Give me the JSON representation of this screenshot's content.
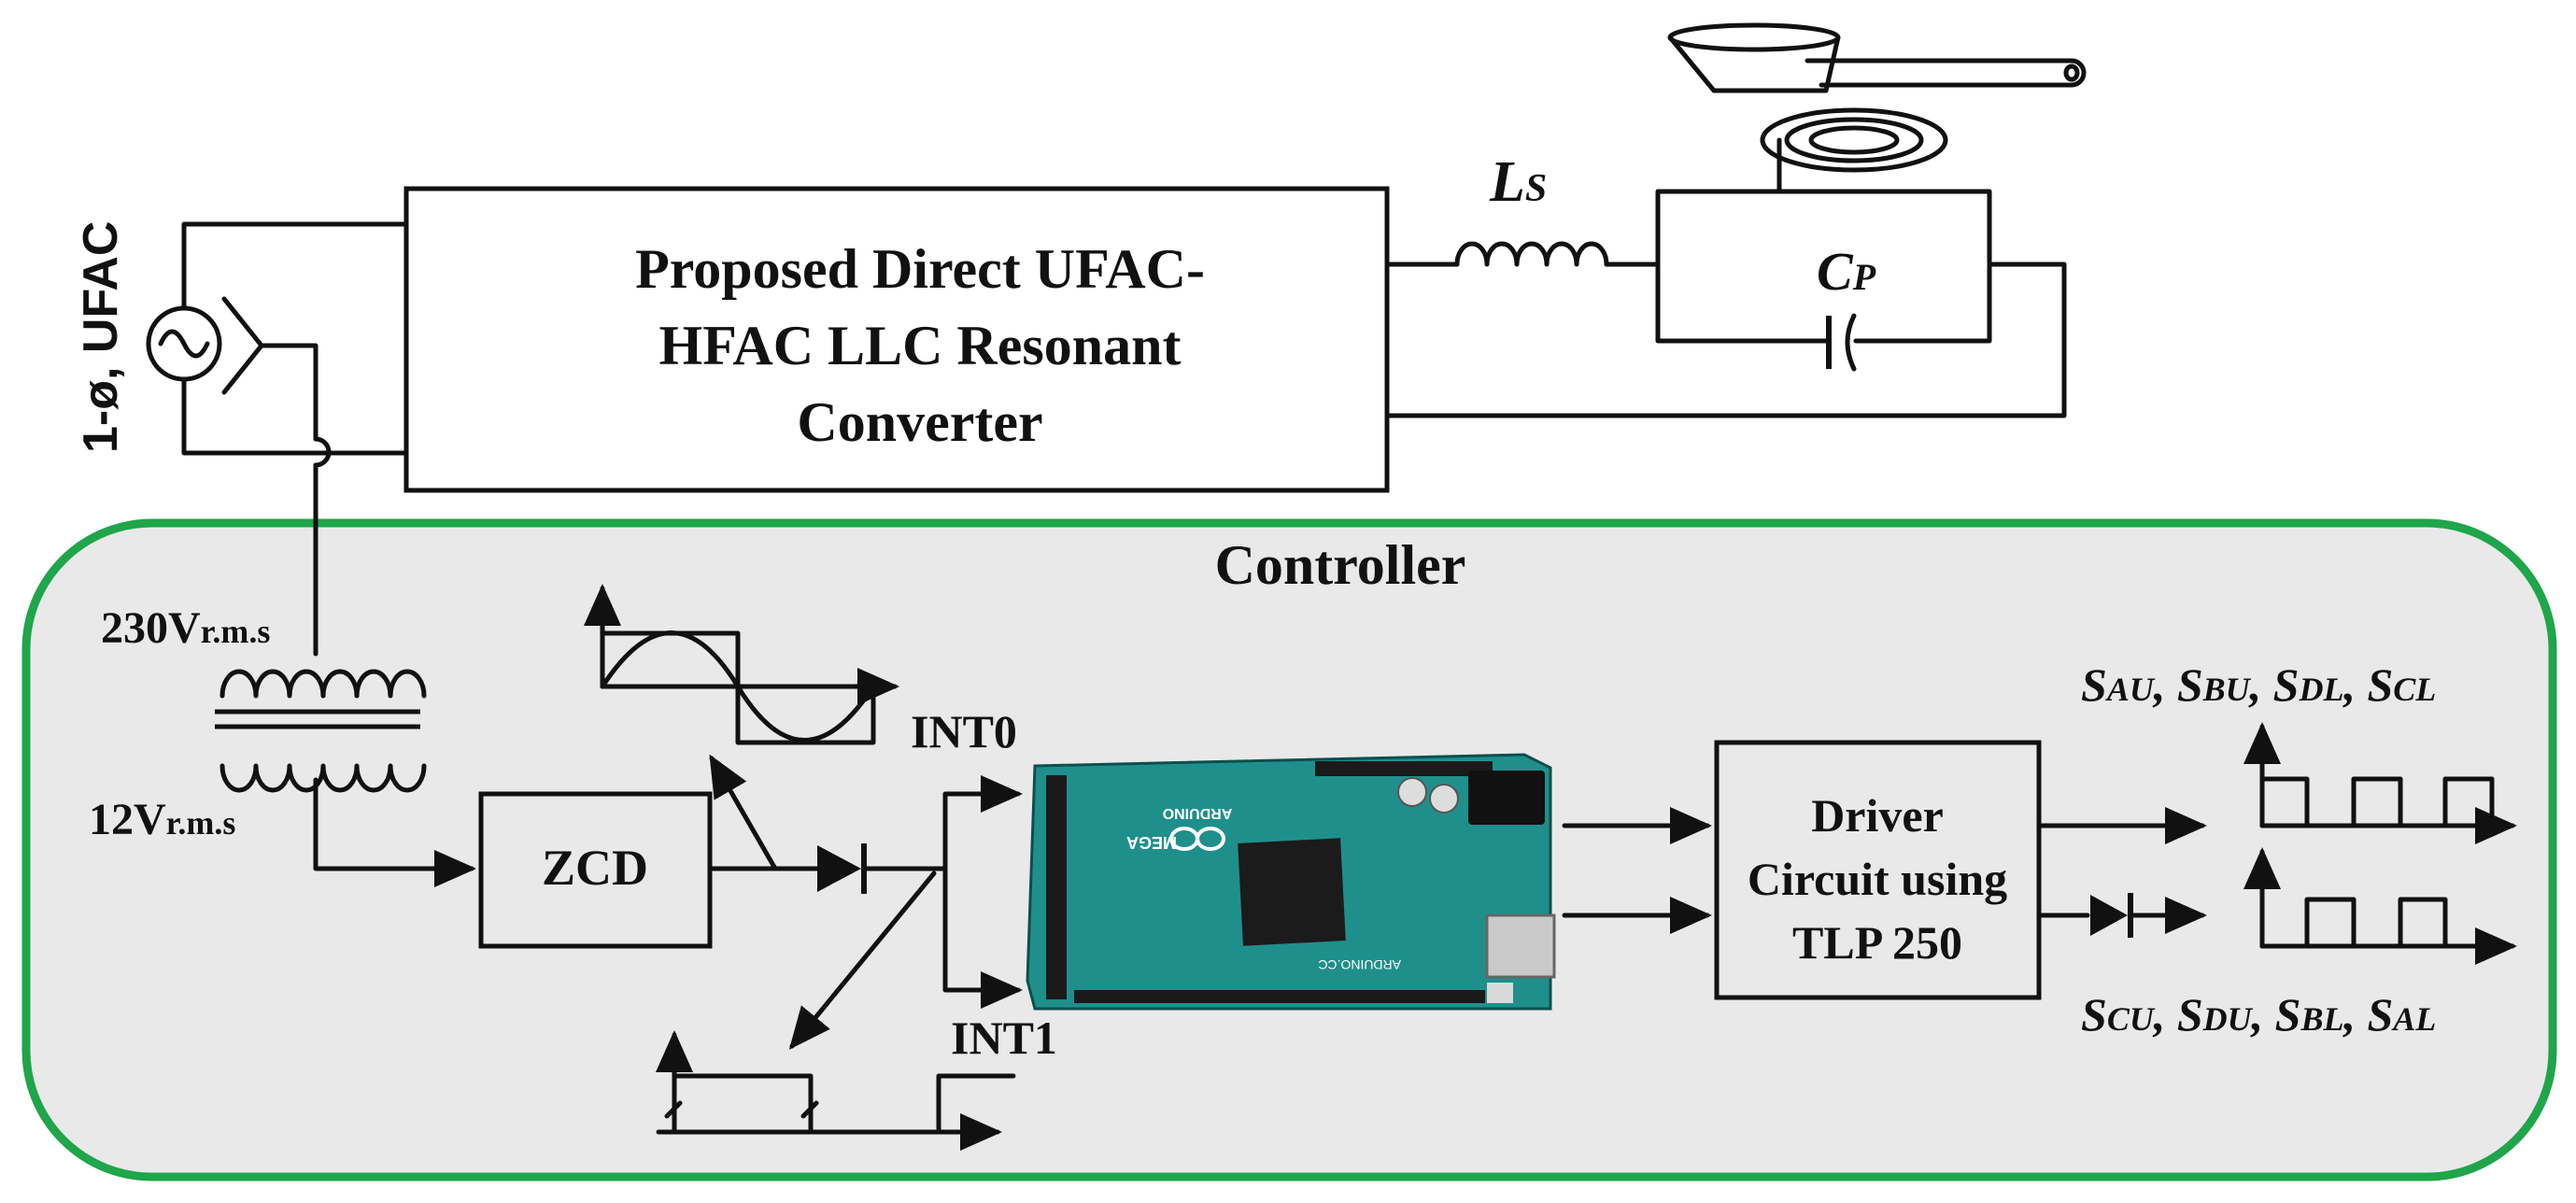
{
  "converter": {
    "line1": "Proposed Direct UFAC-",
    "line2": "HFAC LLC Resonant",
    "line3": "Converter"
  },
  "source": {
    "label": "1-ø, UFAC"
  },
  "inductor": {
    "letter": "L",
    "sub": "S"
  },
  "capacitor": {
    "letter": "C",
    "sub": "P"
  },
  "controller": {
    "title": "Controller"
  },
  "transformer": {
    "primary_value": "230V",
    "primary_unit": "r.m.s",
    "secondary_value": "12V",
    "secondary_unit": "r.m.s"
  },
  "zcd": {
    "label": "ZCD"
  },
  "interrupts": {
    "int0": "INT0",
    "int1": "INT1"
  },
  "board": {
    "brand": "ARDUINO",
    "model": "MEGA",
    "site": "ARDUINO.CC"
  },
  "driver": {
    "line1": "Driver",
    "line2": "Circuit using",
    "line3": "TLP 250"
  },
  "gate_signals": {
    "top": [
      {
        "letter": "S",
        "sub": "AU"
      },
      {
        "letter": "S",
        "sub": "BU"
      },
      {
        "letter": "S",
        "sub": "DL"
      },
      {
        "letter": "S",
        "sub": "CL"
      }
    ],
    "bottom": [
      {
        "letter": "S",
        "sub": "CU"
      },
      {
        "letter": "S",
        "sub": "DU"
      },
      {
        "letter": "S",
        "sub": "BL"
      },
      {
        "letter": "S",
        "sub": "AL"
      }
    ],
    "separator": ", "
  },
  "colors": {
    "controller_border": "#1fa54a",
    "controller_fill": "#e9e9e9",
    "board_pcb": "#1f8f8c",
    "ink": "#111111"
  }
}
